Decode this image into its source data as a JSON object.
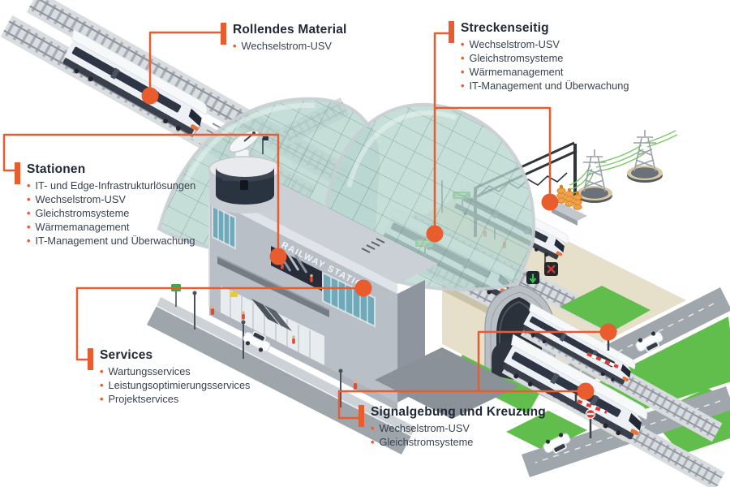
{
  "callouts": [
    {
      "id": "rollendes-material",
      "title": "Rollendes Material",
      "items": [
        "Wechselstrom-USV"
      ]
    },
    {
      "id": "streckenseitig",
      "title": "Streckenseitig",
      "items": [
        "Wechselstrom-USV",
        "Gleichstromsysteme",
        "Wärmemanagement",
        "IT-Management und Überwachung"
      ]
    },
    {
      "id": "stationen",
      "title": "Stationen",
      "items": [
        "IT- und Edge-Infrastrukturlösungen",
        "Wechselstrom-USV",
        "Gleichstromsysteme",
        "Wärmemanagement",
        "IT-Management und Überwachung"
      ]
    },
    {
      "id": "services",
      "title": "Services",
      "items": [
        "Wartungsservices",
        "Leistungsoptimierungsservices",
        "Projektservices"
      ]
    },
    {
      "id": "signalgebung-und-kreuzung",
      "title": "Signalgebung und Kreuzung",
      "items": [
        "Wechselstrom-USV",
        "Gleichstromsysteme"
      ]
    }
  ],
  "scene": {
    "station_sign": "RAILWAY STATION"
  },
  "colors": {
    "accent": "#E95C2E",
    "title_text": "#212936",
    "item_text": "#3A4150",
    "glass": "#B7D6CE",
    "grass": "#62BE4C",
    "train_stripe": "#E87435",
    "embankment": "#E6DFC9"
  }
}
